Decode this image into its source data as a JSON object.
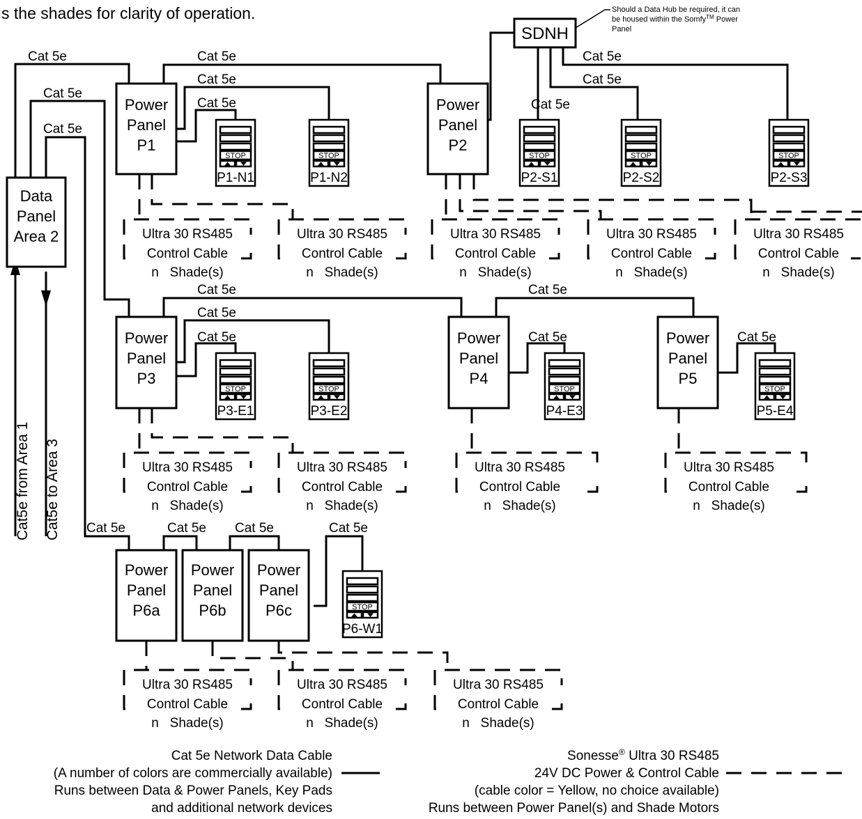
{
  "header": {
    "intro_fragment": "s the shades for clarity of operation."
  },
  "hub": {
    "label": "SDNH",
    "note_line1": "Should a Data Hub be required, it can",
    "note_line2_a": "be housed within the Somfy",
    "note_line2_sup": "TM",
    "note_line2_b": " Power",
    "note_line3": "Panel"
  },
  "data_panel": {
    "line1": "Data",
    "line2": "Panel",
    "line3": "Area 2"
  },
  "side_labels": {
    "from_area": "Cat5e from Area 1",
    "to_area": "Cat5e to Area 3"
  },
  "cable_label": "Cat 5e",
  "power_panel_line1": "Power",
  "power_panel_line2": "Panel",
  "power_panels": [
    {
      "id": "P1"
    },
    {
      "id": "P2"
    },
    {
      "id": "P3"
    },
    {
      "id": "P4"
    },
    {
      "id": "P5"
    },
    {
      "id": "P6a"
    },
    {
      "id": "P6b"
    },
    {
      "id": "P6c"
    }
  ],
  "keypad_stop": "STOP",
  "keypads": [
    {
      "id": "P1-N1"
    },
    {
      "id": "P1-N2"
    },
    {
      "id": "P2-S1"
    },
    {
      "id": "P2-S2"
    },
    {
      "id": "P2-S3"
    },
    {
      "id": "P3-E1"
    },
    {
      "id": "P3-E2"
    },
    {
      "id": "P4-E3"
    },
    {
      "id": "P5-E4"
    },
    {
      "id": "P6-W1"
    }
  ],
  "shade_group": {
    "line1": "Ultra 30 RS485",
    "line2": "Control Cable",
    "line3": "n   Shade(s)"
  },
  "legend": {
    "cat5e_line1": "Cat 5e Network Data Cable",
    "cat5e_line2": "(A number of colors are commercially available)",
    "cat5e_line3": "Runs between Data & Power Panels, Key Pads",
    "cat5e_line4": "and additional network devices",
    "ultra_line1_a": "Sonesse",
    "ultra_line1_sup": "®",
    "ultra_line1_b": " Ultra 30 RS485",
    "ultra_line2": "24V DC Power & Control Cable",
    "ultra_line3": "(cable color = Yellow, no choice available)",
    "ultra_line4": "Runs between Power Panel(s) and Shade Motors"
  }
}
